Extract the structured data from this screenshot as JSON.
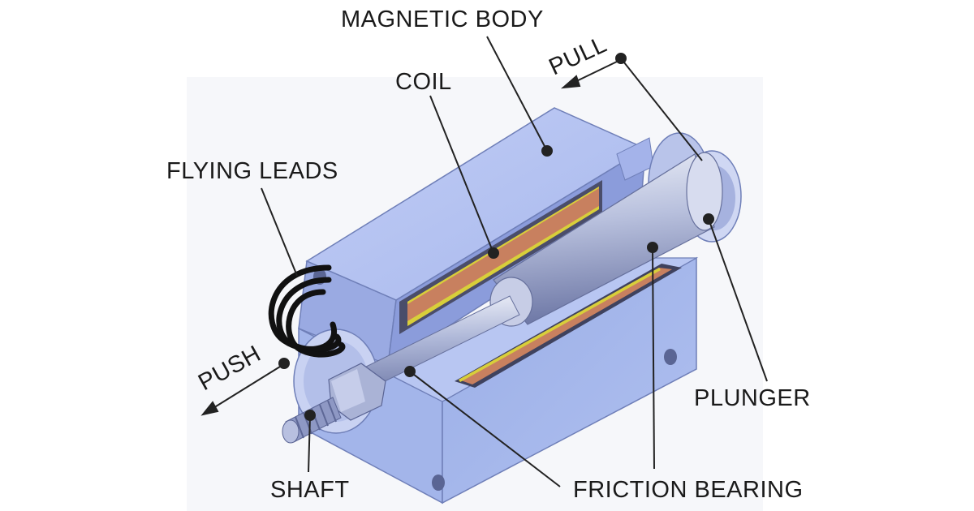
{
  "labels": {
    "magnetic_body": "MAGNETIC BODY",
    "pull": "PULL",
    "coil": "COIL",
    "flying_leads": "FLYING LEADS",
    "plunger": "PLUNGER",
    "push": "PUSH",
    "shaft": "SHAFT",
    "friction_bearing": "FRICTION BEARING"
  },
  "colors": {
    "body_front": "#9fb2e6",
    "body_top": "#b7c5f1",
    "body_side": "#8597d6",
    "coil": "#c87f63",
    "coil_stripe": "#d9cf3a",
    "plunger": "#c3cae0",
    "leader": "#222222",
    "leads": "#111111"
  }
}
